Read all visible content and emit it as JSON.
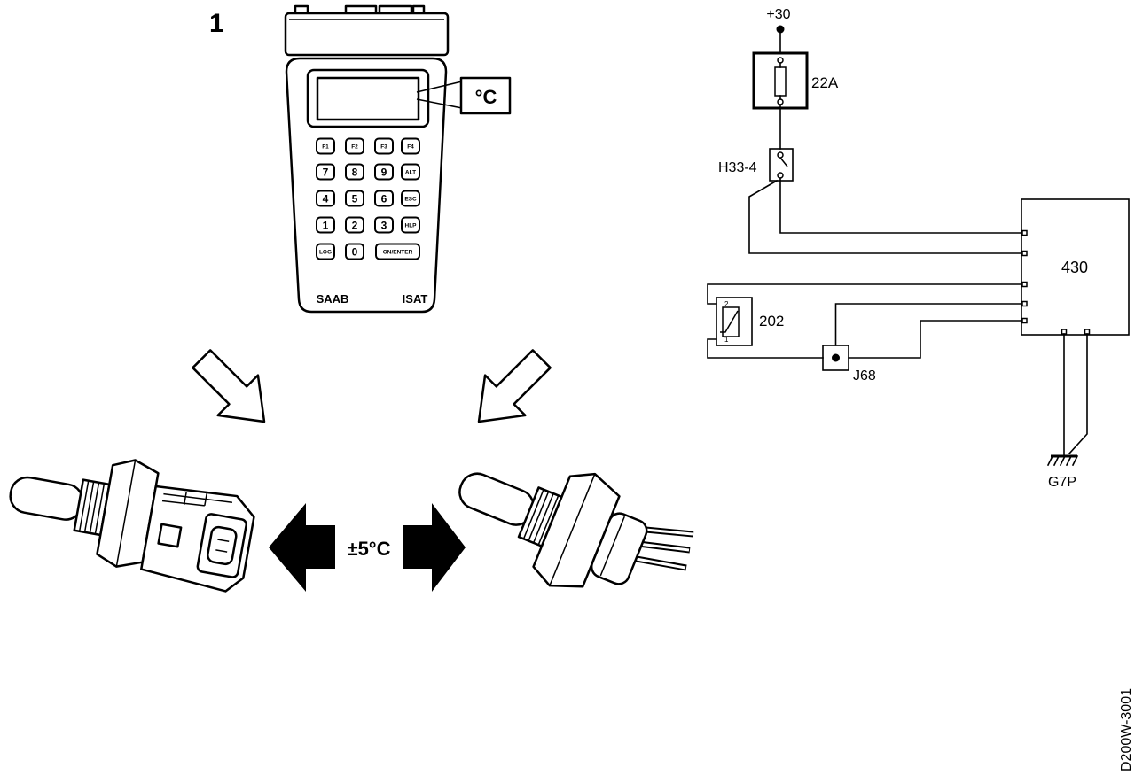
{
  "figure_number": "1",
  "tester": {
    "display_unit": "°C",
    "keys": [
      [
        "F1",
        "F2",
        "F3",
        "F4"
      ],
      [
        "7",
        "8",
        "9",
        "ALT"
      ],
      [
        "4",
        "5",
        "6",
        "ESC"
      ],
      [
        "1",
        "2",
        "3",
        "HLP"
      ],
      [
        "LOG",
        "0",
        "ON/ENTER"
      ]
    ],
    "brand": "SAAB",
    "model": "ISAT"
  },
  "tolerance": "±5°C",
  "circuit": {
    "supply": "+30",
    "fuse": "22A",
    "connector": "H33-4",
    "control_module": "430",
    "sensor": "202",
    "sensor_pins": [
      "2",
      "1"
    ],
    "splice": "J68",
    "ground": "G7P"
  },
  "reference_code": "D200W-3001"
}
